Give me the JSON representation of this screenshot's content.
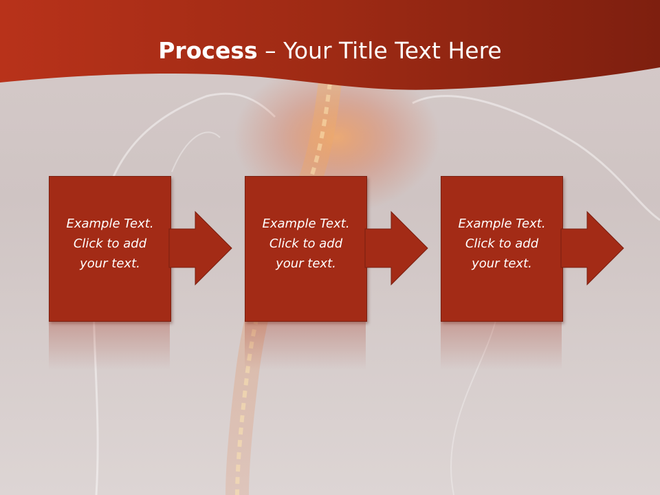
{
  "slide": {
    "title_bold": "Process",
    "title_rest": " – Your Title Text Here"
  },
  "steps": [
    {
      "text": "Example Text.\nClick  to add\nyour text."
    },
    {
      "text": "Example Text.\nClick  to add\nyour text."
    },
    {
      "text": "Example Text.\nClick  to add\nyour text."
    }
  ],
  "colors": {
    "header": "#9e2a14",
    "box": "#a32b16",
    "background": "#d6cbca"
  }
}
